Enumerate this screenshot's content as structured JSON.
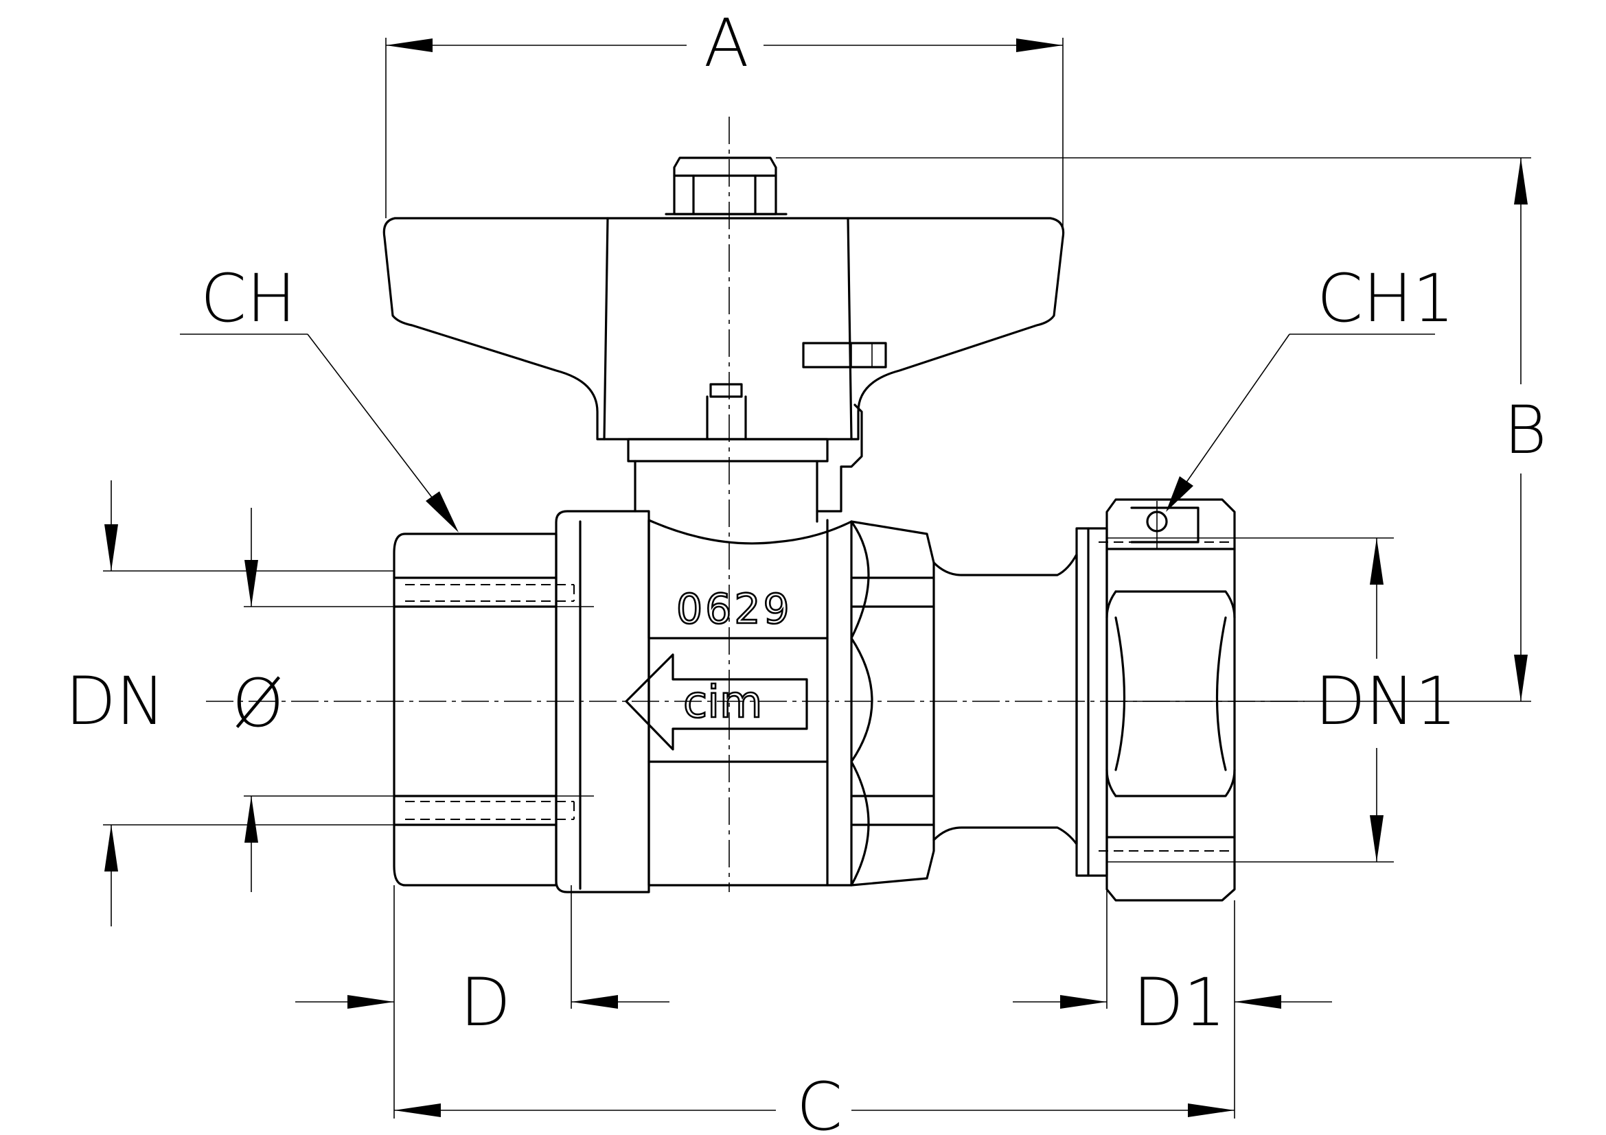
{
  "labels": {
    "A": "A",
    "B": "B",
    "C": "C",
    "D": "D",
    "D1": "D1",
    "DN": "DN",
    "DN1": "DN1",
    "CH": "CH",
    "CH1": "CH1",
    "diameter": "Ø"
  },
  "body_marking": "0629",
  "brand_logo": "cim",
  "flow_direction": "left"
}
